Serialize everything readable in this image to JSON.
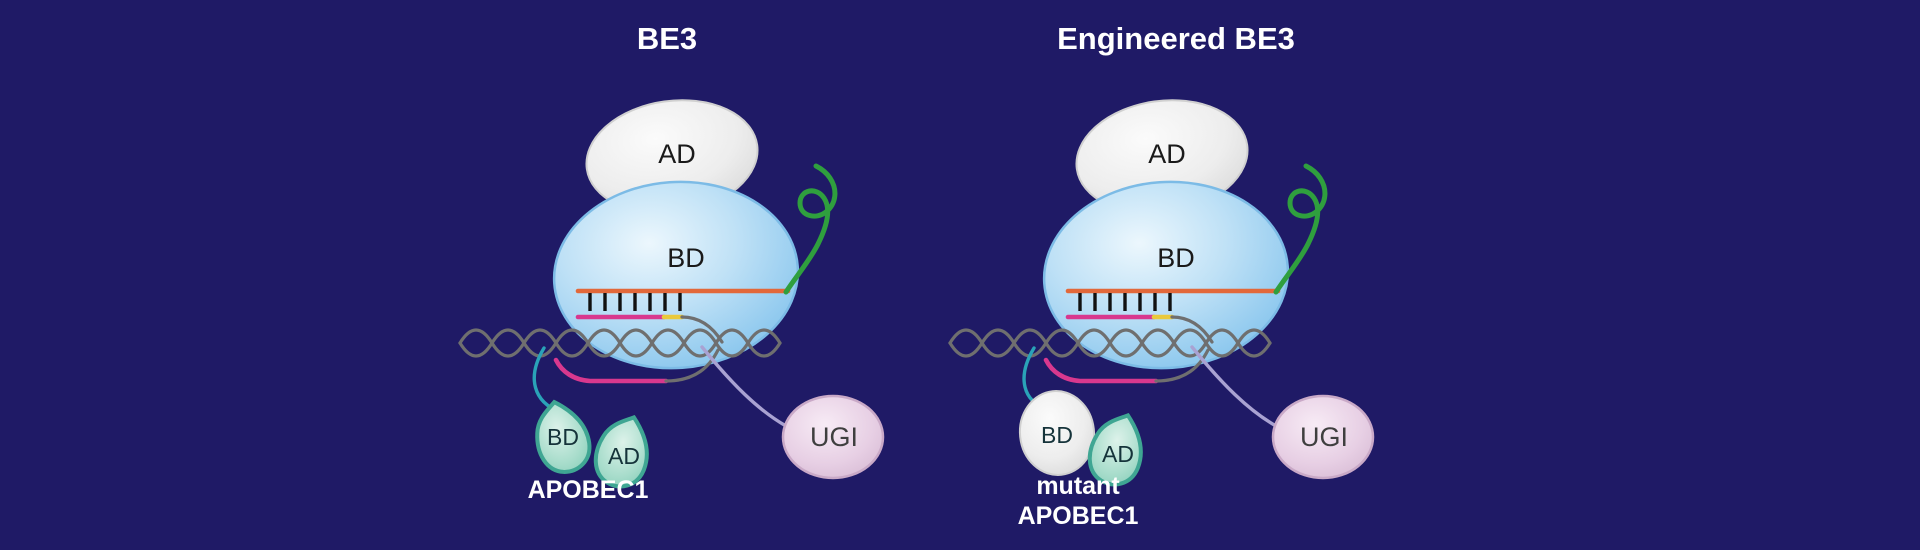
{
  "figure": {
    "background_color": "#1f1a66",
    "panels": [
      {
        "title": "BE3",
        "cas9_ad_label": "AD",
        "cas9_bd_label": "BD",
        "apobec_bd_label": "BD",
        "apobec_ad_label": "AD",
        "apobec_name_lines": [
          "APOBEC1"
        ],
        "ugi_label": "UGI"
      },
      {
        "title": "Engineered BE3",
        "cas9_ad_label": "AD",
        "cas9_bd_label": "BD",
        "apobec_bd_label": "BD",
        "apobec_ad_label": "AD",
        "apobec_name_lines": [
          "mutant",
          "APOBEC1"
        ],
        "ugi_label": "UGI"
      }
    ],
    "colors": {
      "background": "#1f1a66",
      "cas9_body": "#9fd2f1",
      "deaminase_dome": "#ebebeb",
      "apobec_leaf": "#8fd1bb",
      "apobec_leaf_outline": "#3fa693",
      "ugi_body": "#e7cfe4",
      "sgrna_green": "#2f9f3e",
      "guide_strand_orange": "#e2683a",
      "displaced_strand_magenta": "#d8388e",
      "pam_yellow": "#e9c93c",
      "dna_gray": "#6f6f6f",
      "linker_teal": "#2aa3b8",
      "linker_lavender": "#a9a2d2",
      "basepair_ticks": "#111111"
    }
  }
}
